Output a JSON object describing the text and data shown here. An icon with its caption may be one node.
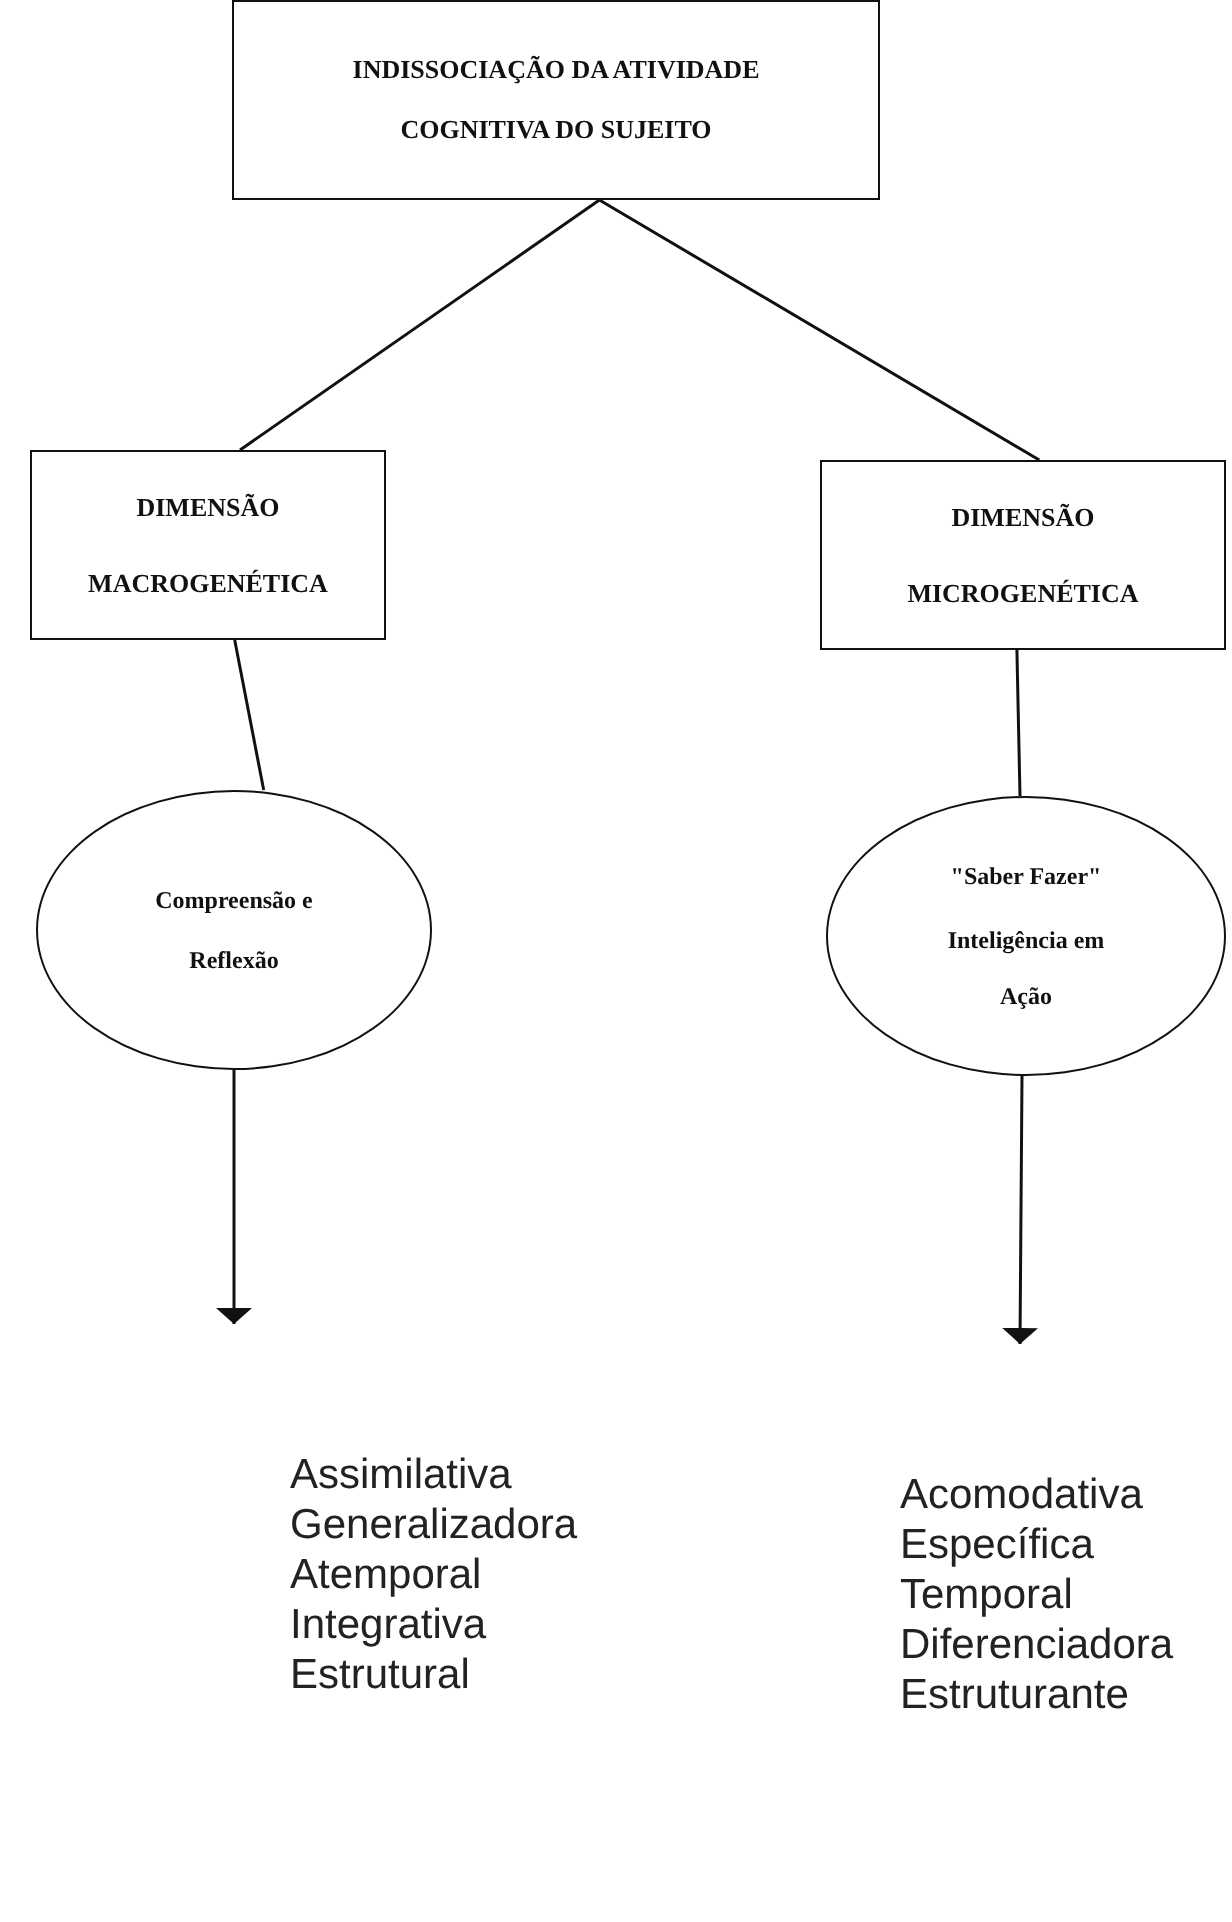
{
  "diagram": {
    "nodes": [
      {
        "text": [
          "INDISSOCIAÇÃO DA ATIVIDADE COGNITIVA DO SUJEITO"
        ]
      },
      {
        "text": [
          "DIMENSÃO MACROGENÉTICA"
        ]
      },
      {
        "text": [
          "DIMENSÃO MICROGENÉTICA"
        ]
      },
      {
        "text": [
          "Compreensão e Reflexão"
        ]
      },
      {
        "text": [
          "\"Saber Fazer\"",
          "Inteligência em Ação"
        ]
      }
    ],
    "edges": [
      {
        "from": 0,
        "to": 1,
        "arrow": "none"
      },
      {
        "from": 0,
        "to": 2,
        "arrow": "none"
      },
      {
        "from": 1,
        "to": 3,
        "arrow": "none"
      },
      {
        "from": 2,
        "to": 4,
        "arrow": "none"
      },
      {
        "from": 3,
        "to": null,
        "arrow": "to"
      },
      {
        "from": 4,
        "to": null,
        "arrow": "to"
      }
    ],
    "labels": [
      "Assimilativa",
      "Generalizadora",
      "Atemporal",
      "Integrativa",
      "Estrutural",
      "Acomodativa",
      "Específica",
      "Temporal",
      "Diferenciadora",
      "Estruturante"
    ]
  }
}
